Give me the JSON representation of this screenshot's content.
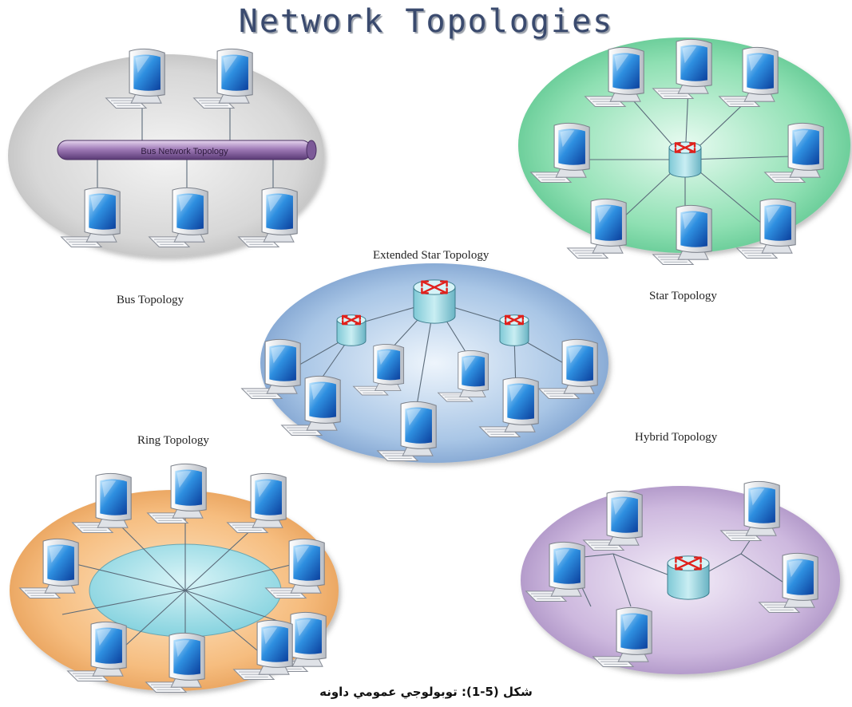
{
  "title": "Network Topologies",
  "caption": "شكل (5-1): توبولوجي عمومي داونه",
  "diagrams": {
    "bus": {
      "label": "Bus Topology",
      "pipe_label": "Bus Network Topology",
      "color": "#d8d8d8"
    },
    "star": {
      "label": "Star Topology",
      "color": "#7fd9a9"
    },
    "extended_star": {
      "label": "Extended Star Topology",
      "color": "#9cbde0"
    },
    "ring": {
      "label": "Ring Topology",
      "color": "#f4b877"
    },
    "hybrid": {
      "label": "Hybrid Topology",
      "color": "#c9b4d9"
    }
  },
  "icons": {
    "computer": "computer-icon",
    "router": "router-icon"
  }
}
